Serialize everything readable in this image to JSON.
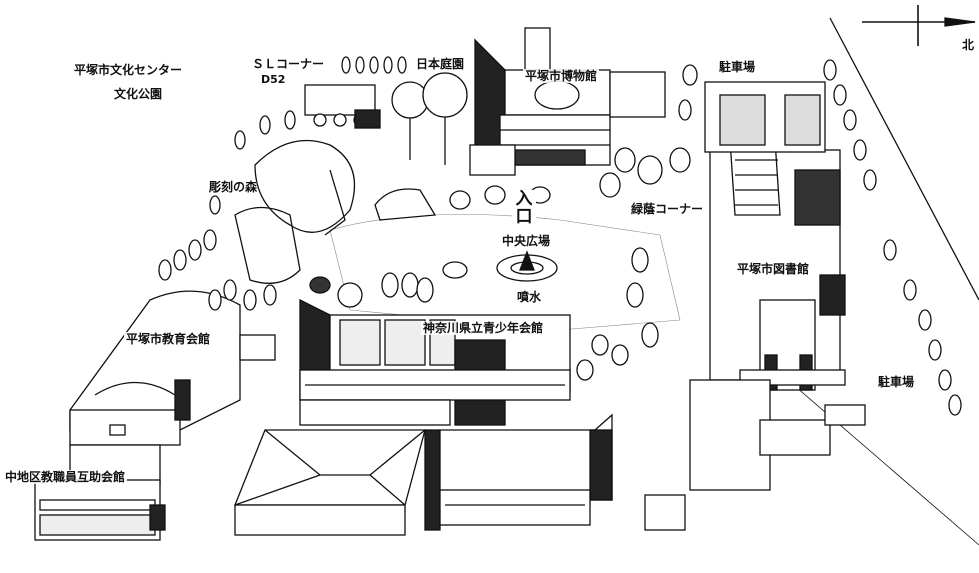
{
  "labels": {
    "culture_center": "平塚市文化センター",
    "culture_park": "文化公園",
    "sl_corner": "ＳＬコーナー",
    "d52": "D52",
    "japanese_garden": "日本庭園",
    "museum": "平塚市博物館",
    "parking_top": "駐車場",
    "sculpture_forest": "彫刻の森",
    "entrance": "入口",
    "central_plaza": "中央広場",
    "shade_corner": "緑蔭コーナー",
    "library": "平塚市図書館",
    "fountain": "噴水",
    "education_hall": "平塚市教育会館",
    "youth_hall": "神奈川県立青少年会館",
    "parking_right": "駐車場",
    "teachers_hall": "中地区教職員互助会館",
    "north": "北"
  }
}
